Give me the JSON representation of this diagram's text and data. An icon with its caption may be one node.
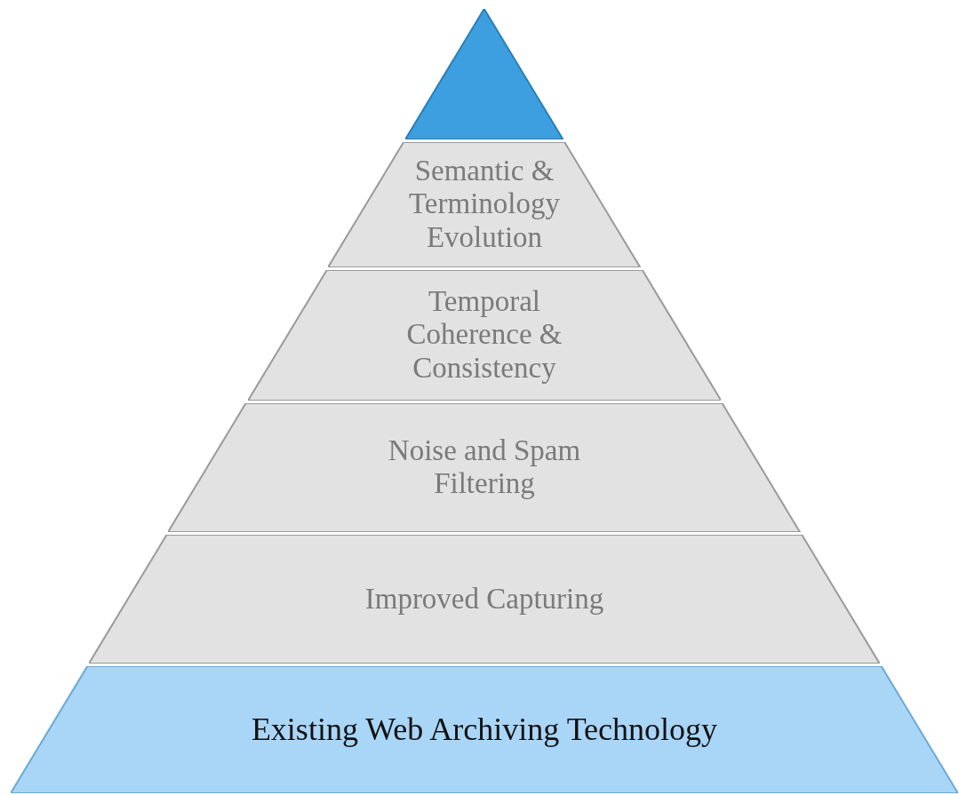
{
  "diagram": {
    "nodes": [
      {
        "text": [],
        "shape": "triangle"
      },
      {
        "text": [
          "Semantic & Terminology Evolution"
        ]
      },
      {
        "text": [
          "Temporal Coherence & Consistency"
        ]
      },
      {
        "text": [
          "Noise and Spam Filtering"
        ]
      },
      {
        "text": [
          "Improved Capturing"
        ]
      },
      {
        "text": [
          "Existing Web Archiving Technology"
        ]
      }
    ]
  }
}
